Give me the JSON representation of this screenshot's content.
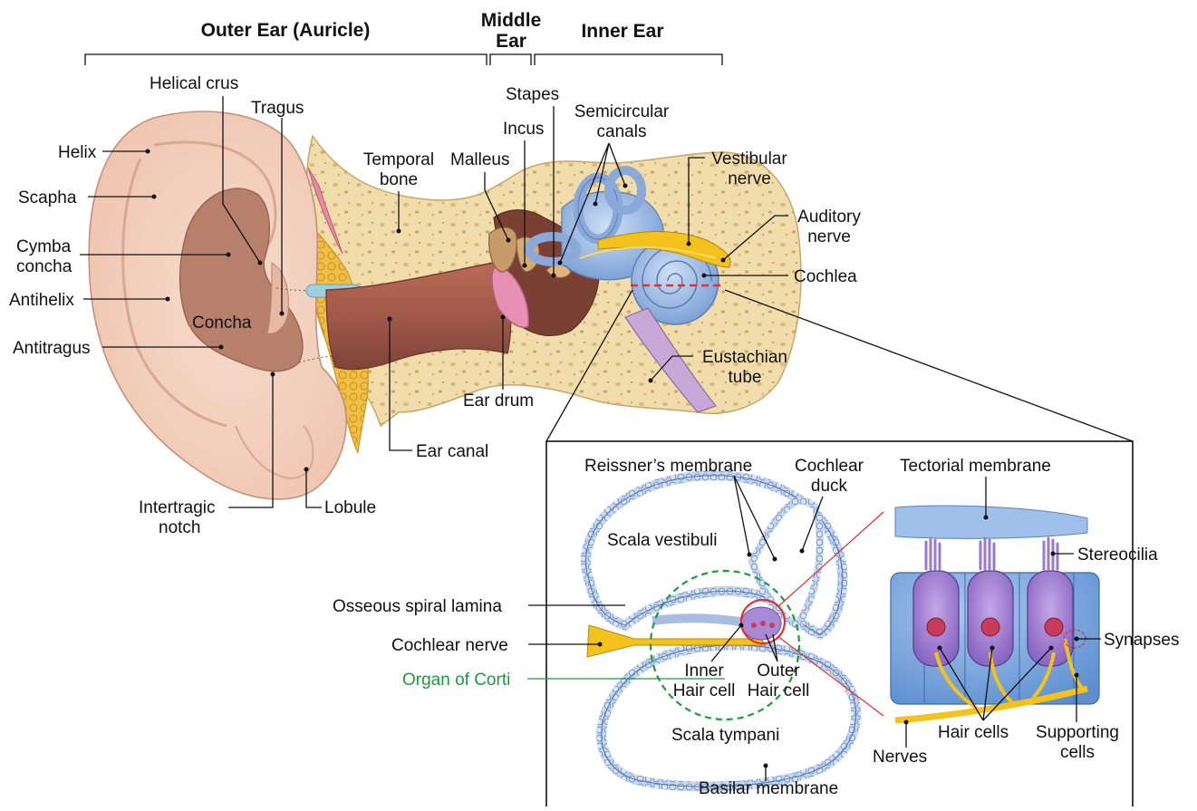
{
  "headers": {
    "outer_ear": "Outer Ear (Auricle)",
    "middle_ear": [
      "Middle",
      "Ear"
    ],
    "inner_ear": "Inner Ear"
  },
  "outer_labels": {
    "helical_crus": "Helical crus",
    "tragus": "Tragus",
    "helix": "Helix",
    "scapha": "Scapha",
    "cymba_concha": [
      "Cymba",
      "concha"
    ],
    "antihelix": "Antihelix",
    "concha": "Concha",
    "antitragus": "Antitragus",
    "intertragic_notch": [
      "Intertragic",
      "notch"
    ],
    "lobule": "Lobule",
    "ear_canal": "Ear canal",
    "temporal_bone": [
      "Temporal",
      "bone"
    ]
  },
  "middle_labels": {
    "malleus": "Malleus",
    "incus": "Incus",
    "stapes": "Stapes",
    "ear_drum": "Ear drum"
  },
  "inner_labels": {
    "semicircular_canals": [
      "Semicircular",
      "canals"
    ],
    "vestibular_nerve": [
      "Vestibular",
      "nerve"
    ],
    "auditory_nerve": [
      "Auditory",
      "nerve"
    ],
    "cochlea": "Cochlea",
    "eustachian_tube": [
      "Eustachian",
      "tube"
    ]
  },
  "inset_labels": {
    "reissners_membrane": "Reissner’s membrane",
    "cochlear_duck": [
      "Cochlear",
      "duck"
    ],
    "scala_vestibuli": "Scala vestibuli",
    "osseous_spiral_lamina": "Osseous spiral lamina",
    "cochlear_nerve": "Cochlear nerve",
    "organ_of_corti": "Organ of Corti",
    "inner_hair_cell": [
      "Inner",
      "Hair cell"
    ],
    "outer_hair_cell": [
      "Outer",
      "Hair cell"
    ],
    "scala_tympani": "Scala tympani",
    "basilar_membrane": "Basilar membrane"
  },
  "detail_labels": {
    "tectorial_membrane": "Tectorial membrane",
    "stereocilia": "Stereocilia",
    "synapses": "Synapses",
    "nerves": "Nerves",
    "hair_cells": "Hair cells",
    "supporting_cells": [
      "Supporting",
      "cells"
    ]
  },
  "colors": {
    "skin": "#f2d2c0",
    "skin_dark": "#b07a66",
    "bone": "#f0dcaa",
    "bone_pore": "#c9a86a",
    "canal": "#a0594a",
    "fat": "#e9b43a",
    "membrane_blue": "#8fb0de",
    "nerve_yellow": "#f3c21c",
    "hair_cell_purple": "#a789d4",
    "nucleus_red": "#c83c5a",
    "organ_green": "#1e9a3c",
    "zoom_red": "#e03030"
  }
}
